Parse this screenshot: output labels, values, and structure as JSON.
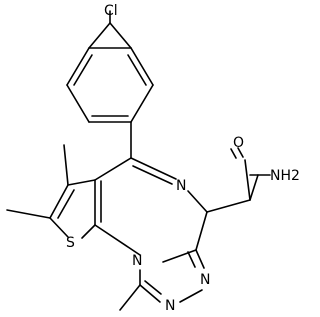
{
  "structure": {
    "atoms": [
      {
        "id": "cl",
        "symbol": "Cl"
      },
      {
        "id": "s",
        "symbol": "S"
      },
      {
        "id": "n_imine",
        "symbol": "N"
      },
      {
        "id": "n_bridge",
        "symbol": "N"
      },
      {
        "id": "n_triazole_upper",
        "symbol": "N"
      },
      {
        "id": "n_triazole_lower",
        "symbol": "N"
      },
      {
        "id": "o",
        "symbol": "O"
      },
      {
        "id": "nh2",
        "symbol": "NH2"
      }
    ]
  }
}
